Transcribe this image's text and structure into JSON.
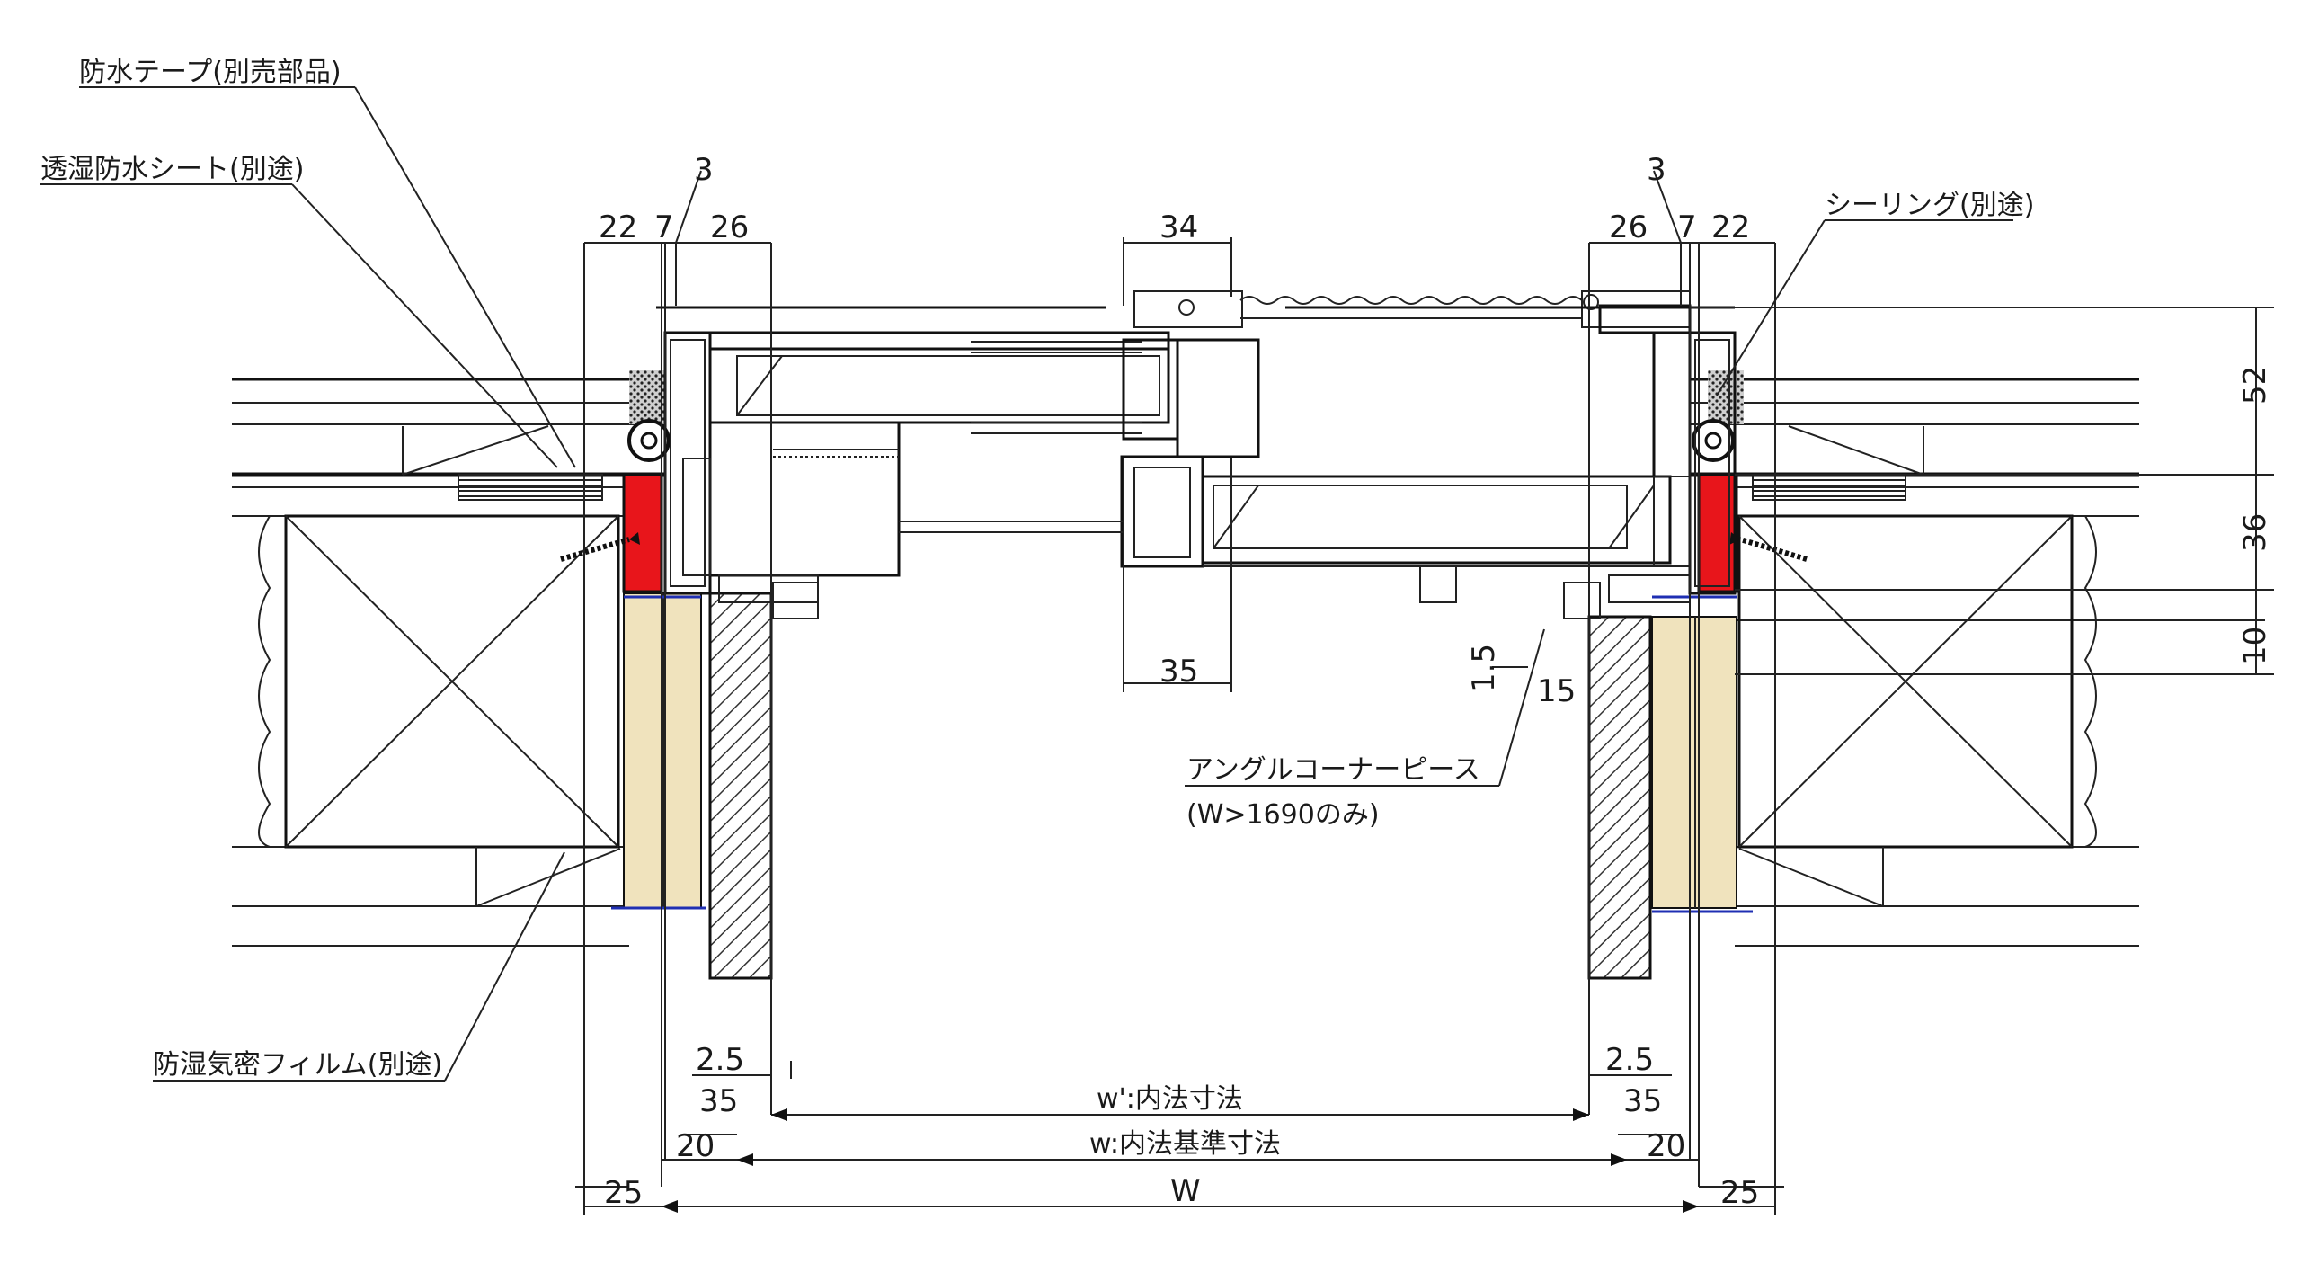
{
  "labels": {
    "waterproof_tape": "防水テープ(別売部品)",
    "breathable_sheet": "透湿防水シート(別途)",
    "sealing": "シーリング(別途)",
    "angle_corner_piece": "アングルコーナーピース",
    "angle_corner_note": "(W>1690のみ)",
    "vapor_film": "防湿気密フィルム(別途)"
  },
  "dimensions": {
    "top_left_3": "3",
    "top_left_22": "22",
    "top_left_7": "7",
    "top_left_26": "26",
    "top_mid_34": "34",
    "top_right_3": "3",
    "top_right_26": "26",
    "top_right_7": "7",
    "top_right_22": "22",
    "right_52": "52",
    "right_36": "36",
    "right_10": "10",
    "mid_35": "35",
    "right_1_5": "1.5",
    "right_15": "15",
    "left_2_5": "2.5",
    "right_2_5": "2.5",
    "left_35": "35",
    "right_35": "35",
    "left_20": "20",
    "right_20": "20",
    "left_25": "25",
    "right_25": "25",
    "w_prime": "w':内法寸法",
    "w_small": "w:内法基準寸法",
    "w_big": "W"
  },
  "colors": {
    "seal_red": "#e8151b",
    "wood_fill": "#f0e3bd",
    "hatch": "#333333",
    "blue_line": "#1f2fb3"
  }
}
